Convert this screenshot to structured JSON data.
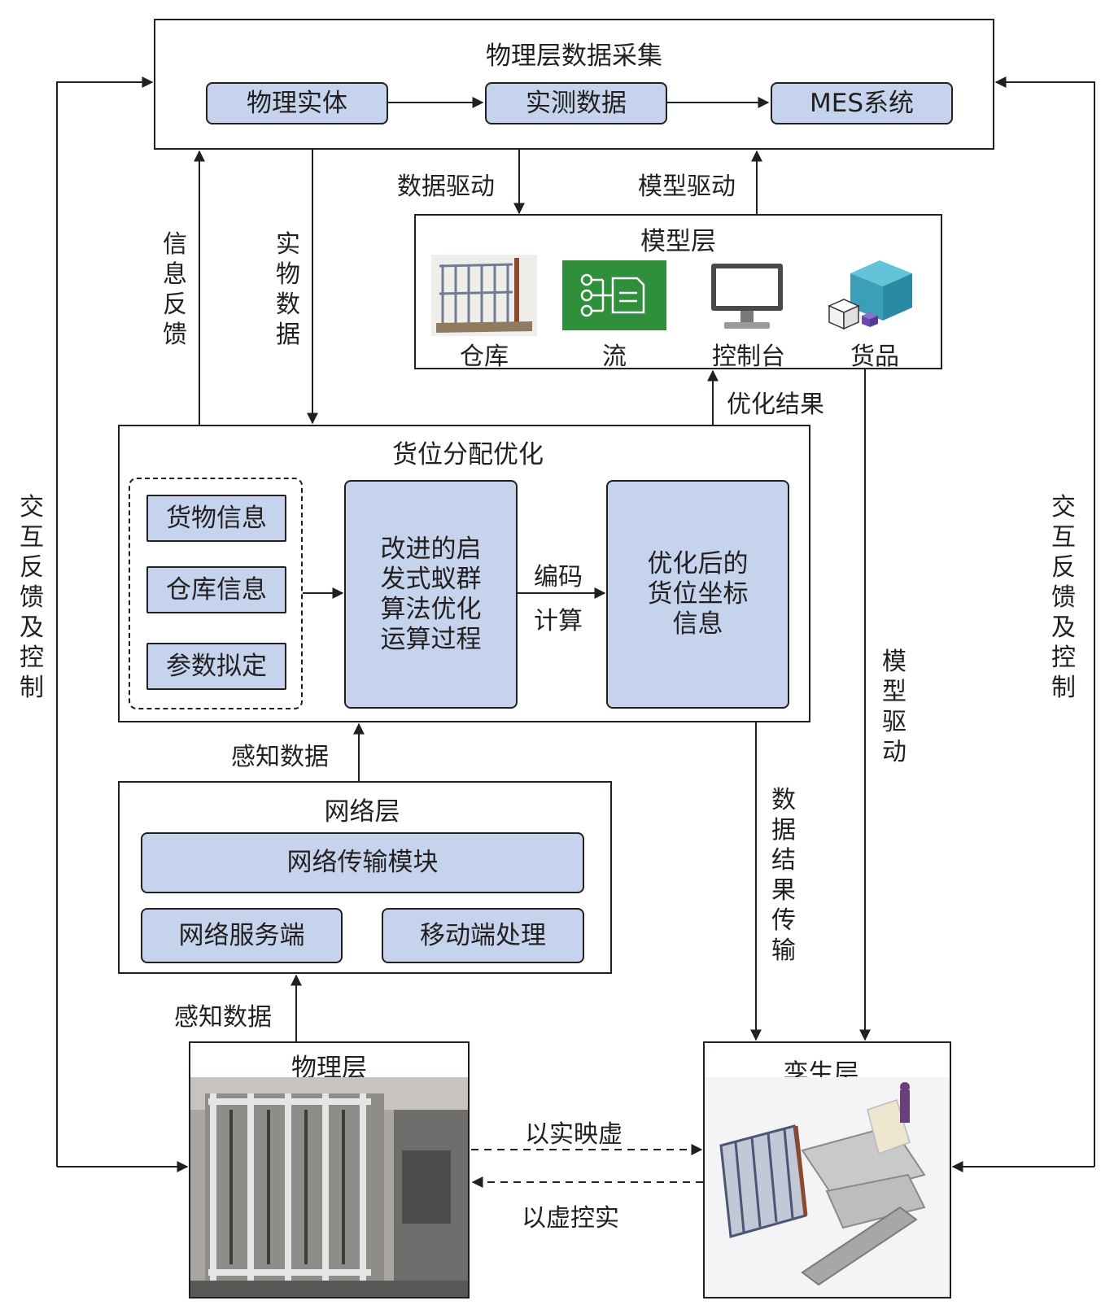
{
  "physical_collection": {
    "title": "物理层数据采集",
    "items": [
      "物理实体",
      "实测数据",
      "MES系统"
    ]
  },
  "model_layer": {
    "title": "模型层",
    "items": [
      {
        "label": "仓库",
        "icon": "warehouse-rack-icon"
      },
      {
        "label": "流",
        "icon": "flow-icon"
      },
      {
        "label": "控制台",
        "icon": "monitor-icon"
      },
      {
        "label": "货品",
        "icon": "cargo-box-icon"
      }
    ]
  },
  "optimization": {
    "title": "货位分配优化",
    "inputs": [
      "货物信息",
      "仓库信息",
      "参数拟定"
    ],
    "algorithm": "改进的启发式蚁群算法优化运算过程",
    "result": "优化后的货位坐标信息",
    "encode_label_1": "编码",
    "encode_label_2": "计算"
  },
  "network_layer": {
    "title": "网络层",
    "module": "网络传输模块",
    "server": "网络服务端",
    "mobile": "移动端处理"
  },
  "physical_layer": {
    "title": "物理层"
  },
  "twin_layer": {
    "title": "孪生层"
  },
  "edge_labels": {
    "data_driven": "数据驱动",
    "model_driven_top": "模型驱动",
    "info_feedback": "信息反馈",
    "physical_data": "实物数据",
    "optimization_result": "优化结果",
    "perception_data_1": "感知数据",
    "perception_data_2": "感知数据",
    "model_driven_right": "模型驱动",
    "data_result_transfer": "数据结果传输",
    "interactive_feedback_left": "交互反馈及控制",
    "interactive_feedback_right": "交互反馈及控制",
    "real_to_virtual": "以实映虚",
    "virtual_to_real": "以虚控实"
  },
  "colors": {
    "node_fill": "#c5d3ec",
    "line": "#231f20"
  }
}
